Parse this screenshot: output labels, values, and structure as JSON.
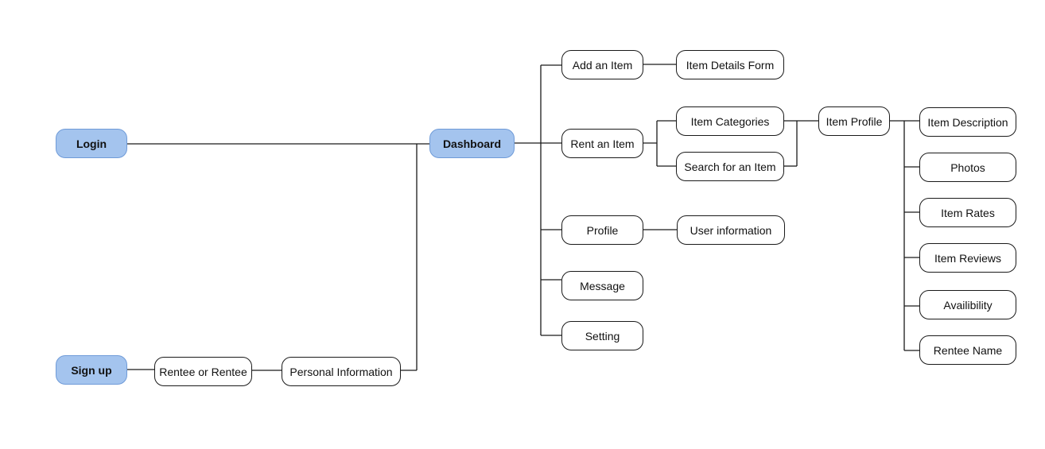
{
  "colors": {
    "primary_fill": "#a4c4ee",
    "primary_border": "#6f9bd8",
    "line": "#1a1a1a"
  },
  "nodes": {
    "login": "Login",
    "sign_up": "Sign up",
    "rentee_or_rentee": "Rentee or Rentee",
    "personal_information": "Personal Information",
    "dashboard": "Dashboard",
    "add_an_item": "Add an Item",
    "item_details_form": "Item Details Form",
    "rent_an_item": "Rent an Item",
    "item_categories": "Item Categories",
    "search_for_an_item": "Search for an Item",
    "item_profile": "Item Profile",
    "item_description": "Item Description",
    "photos": "Photos",
    "item_rates": "Item Rates",
    "item_reviews": "Item Reviews",
    "availibility": "Availibility",
    "rentee_name": "Rentee Name",
    "profile": "Profile",
    "user_information": "User information",
    "message": "Message",
    "setting": "Setting"
  }
}
